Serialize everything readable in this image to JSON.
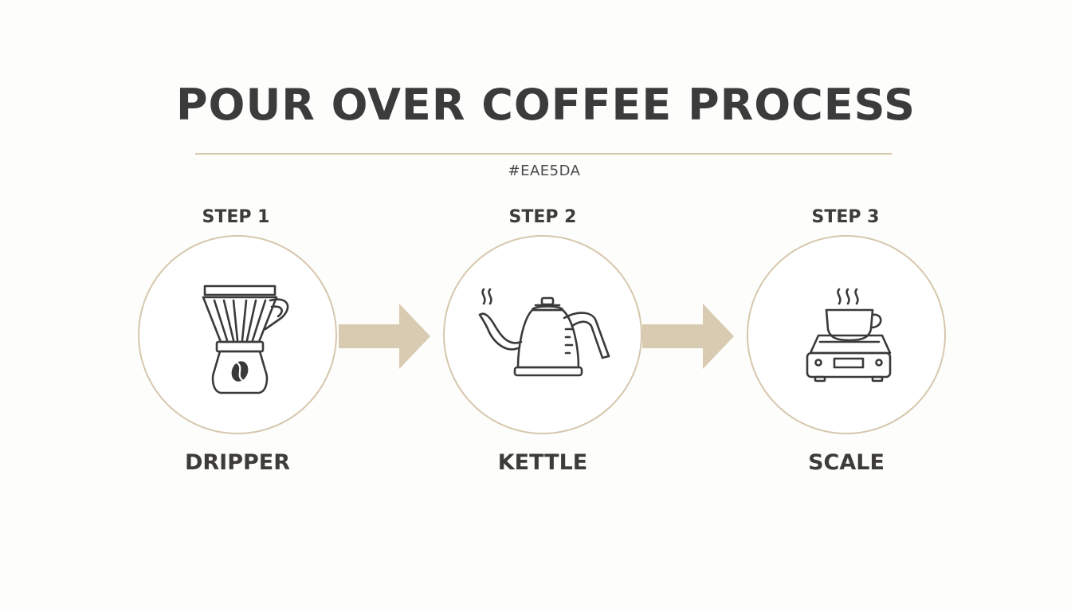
{
  "title": "POUR OVER COFFEE PROCESS",
  "subtitle": "#EAE5DA",
  "colors": {
    "accent": "#d6c7ad",
    "arrow": "#d9cbb2",
    "text": "#3d3c3a",
    "icon_stroke": "#3a3a3a"
  },
  "steps": [
    {
      "step_label": "STEP 1",
      "name": "DRIPPER",
      "icon": "dripper-icon"
    },
    {
      "step_label": "STEP 2",
      "name": "KETTLE",
      "icon": "kettle-icon"
    },
    {
      "step_label": "STEP 3",
      "name": "SCALE",
      "icon": "scale-icon"
    }
  ]
}
